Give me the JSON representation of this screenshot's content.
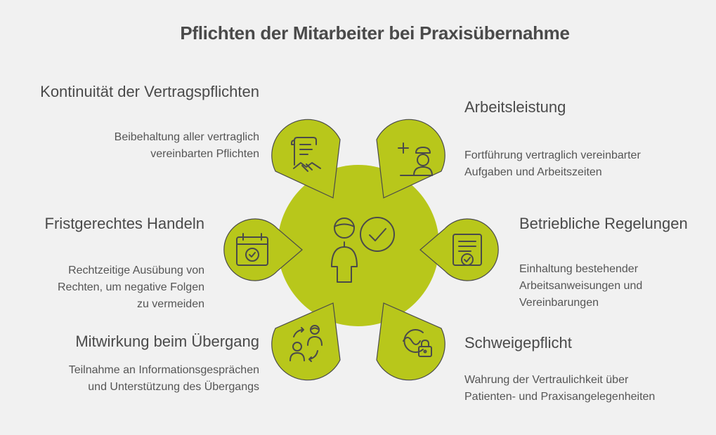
{
  "title": "Pflichten der Mitarbeiter bei Praxisübernahme",
  "colors": {
    "fill": "#b8c71b",
    "stroke": "#4a4a4a",
    "background": "#f1f1f1"
  },
  "items": [
    {
      "heading": "Kontinuität der Vertragspflichten",
      "description": [
        "Beibehaltung aller vertraglich",
        "vereinbarten Pflichten"
      ],
      "icon": "contract-handshake-icon"
    },
    {
      "heading": "Arbeitsleistung",
      "description": [
        "Fortführung vertraglich vereinbarter",
        "Aufgaben und Arbeitszeiten"
      ],
      "icon": "nurse-medical-icon"
    },
    {
      "heading": "Fristgerechtes Handeln",
      "description": [
        "Rechtzeitige Ausübung von",
        "Rechten, um negative Folgen",
        "zu vermeiden"
      ],
      "icon": "calendar-check-icon"
    },
    {
      "heading": "Betriebliche Regelungen",
      "description": [
        "Einhaltung bestehender",
        "Arbeitsanweisungen und",
        "Vereinbarungen"
      ],
      "icon": "document-check-icon"
    },
    {
      "heading": "Mitwirkung beim Übergang",
      "description": [
        "Teilnahme an Informationsgesprächen",
        "und Unterstützung des Übergangs"
      ],
      "icon": "people-exchange-icon"
    },
    {
      "heading": "Schweigepflicht",
      "description": [
        "Wahrung der Vertraulichkeit über",
        "Patienten- und Praxisangelegenheiten"
      ],
      "icon": "lock-confidential-icon"
    }
  ],
  "center_icon": "employee-check-icon"
}
